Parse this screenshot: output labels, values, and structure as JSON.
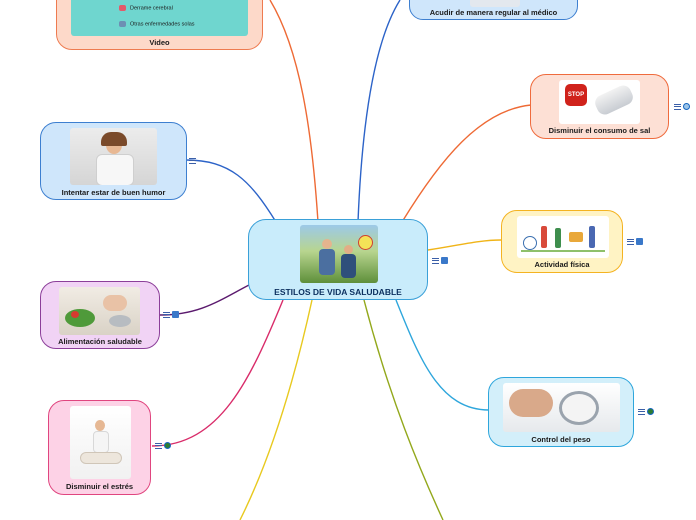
{
  "central": {
    "title": "ESTILOS DE VIDA SALUDABLE"
  },
  "branches": {
    "video": {
      "label": "Video",
      "list": [
        "Derrame cerebral",
        "Otras enfermedades solas"
      ]
    },
    "medico": {
      "label": "Acudir de manera regular al médico"
    },
    "sal": {
      "label": "Disminuir el consumo de sal",
      "image_text": "STOP"
    },
    "actividad": {
      "label": "Actividad física"
    },
    "peso": {
      "label": "Control del peso"
    },
    "humor": {
      "label": "Intentar estar de buen humor"
    },
    "alimentacion": {
      "label": "Alimentación saludable"
    },
    "estres": {
      "label": "Disminuir el estrés"
    }
  },
  "icons": [
    "notes-icon",
    "link-icon",
    "globe-icon"
  ],
  "colors": {
    "central_fill": "#c9ecfb",
    "central_border": "#3aa0d8",
    "video_fill": "#fdd9c9",
    "video_border": "#ee7b50",
    "blue_fill": "#cfe6fb",
    "blue_border": "#3d7fd0",
    "sal_fill": "#fde0d5",
    "sal_border": "#ef6b3d",
    "actividad_fill": "#fff3c4",
    "actividad_border": "#f4b321",
    "peso_fill": "#d3effa",
    "peso_border": "#2ea6dc",
    "alimentacion_fill": "#f1d3f5",
    "alimentacion_border": "#8c3f9a",
    "estres_fill": "#fdd2e6",
    "estres_border": "#e0457f",
    "line_orange": "#ee6a35",
    "line_blue": "#2c63c8",
    "line_purple": "#5b1a6e",
    "line_pink": "#d92c6a",
    "line_yellow": "#e8c91f",
    "line_olive": "#93a81c",
    "line_gold": "#f0b418",
    "line_teal": "#2ea6dc"
  }
}
